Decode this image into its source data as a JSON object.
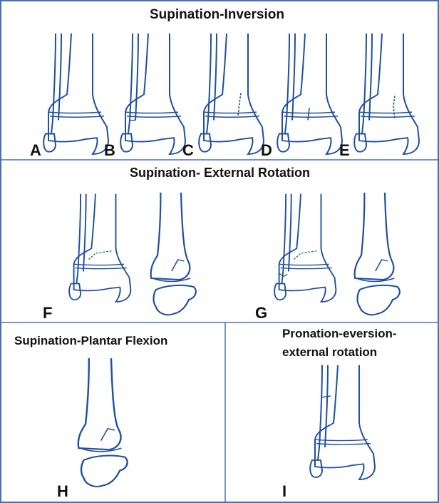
{
  "titles": {
    "top": "Supination-Inversion",
    "middle": "Supination- External Rotation",
    "bottom_left": "Supination-Plantar Flexion",
    "bottom_right_line1": "Pronation-eversion-",
    "bottom_right_line2": "external rotation"
  },
  "labels": {
    "a": "A",
    "b": "B",
    "c": "C",
    "d": "D",
    "e": "E",
    "f": "F",
    "g": "G",
    "h": "H",
    "i": "I"
  },
  "colors": {
    "line": "#1f4fa0",
    "border": "#4a6fb0",
    "text": "#111111"
  }
}
